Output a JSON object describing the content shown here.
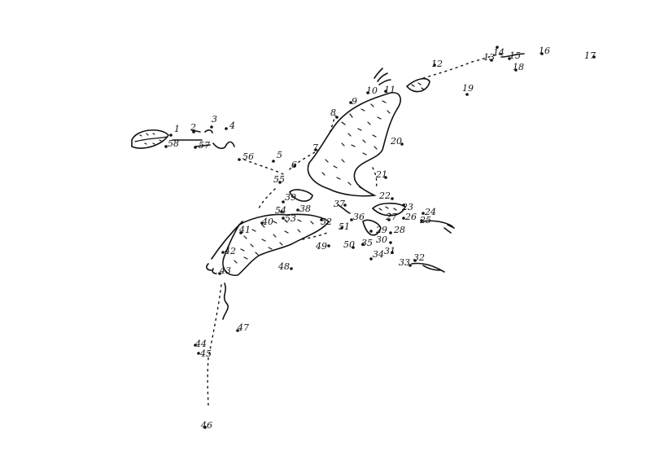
{
  "puzzle": {
    "kind": "connect-the-dots",
    "points": [
      {
        "n": "1"
      },
      {
        "n": "2"
      },
      {
        "n": "3"
      },
      {
        "n": "4"
      },
      {
        "n": "5"
      },
      {
        "n": "6"
      },
      {
        "n": "7"
      },
      {
        "n": "8"
      },
      {
        "n": "9"
      },
      {
        "n": "10"
      },
      {
        "n": "11"
      },
      {
        "n": "12"
      },
      {
        "n": "13"
      },
      {
        "n": "14"
      },
      {
        "n": "15"
      },
      {
        "n": "16"
      },
      {
        "n": "17"
      },
      {
        "n": "18"
      },
      {
        "n": "19"
      },
      {
        "n": "20"
      },
      {
        "n": "21"
      },
      {
        "n": "22"
      },
      {
        "n": "23"
      },
      {
        "n": "24"
      },
      {
        "n": "25"
      },
      {
        "n": "26"
      },
      {
        "n": "27"
      },
      {
        "n": "28"
      },
      {
        "n": "29"
      },
      {
        "n": "30"
      },
      {
        "n": "31"
      },
      {
        "n": "32"
      },
      {
        "n": "33"
      },
      {
        "n": "34"
      },
      {
        "n": "35"
      },
      {
        "n": "36"
      },
      {
        "n": "37"
      },
      {
        "n": "38"
      },
      {
        "n": "39"
      },
      {
        "n": "40"
      },
      {
        "n": "41"
      },
      {
        "n": "42"
      },
      {
        "n": "43"
      },
      {
        "n": "44"
      },
      {
        "n": "45"
      },
      {
        "n": "46"
      },
      {
        "n": "47"
      },
      {
        "n": "48"
      },
      {
        "n": "49"
      },
      {
        "n": "50"
      },
      {
        "n": "51"
      },
      {
        "n": "52"
      },
      {
        "n": "53"
      },
      {
        "n": "54"
      },
      {
        "n": "55"
      },
      {
        "n": "56"
      },
      {
        "n": "57"
      },
      {
        "n": "58"
      }
    ]
  }
}
